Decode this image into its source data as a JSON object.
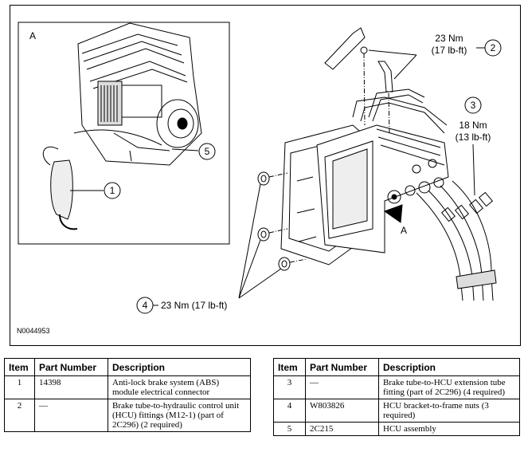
{
  "figure": {
    "inset_letter": "A",
    "view_letter": "A",
    "figure_code": "N0044953",
    "callouts": {
      "c1": "1",
      "c2": "2",
      "c3": "3",
      "c4": "4",
      "c5": "5"
    },
    "torques": {
      "t2_nm": "23 Nm",
      "t2_lbft": "(17 lb-ft)",
      "t3_nm": "18 Nm",
      "t3_lbft": "(13 lb-ft)",
      "t4": "23 Nm (17 lb-ft)"
    }
  },
  "table_headers": {
    "item": "Item",
    "part_number": "Part Number",
    "description": "Description"
  },
  "parts_left": [
    {
      "item": "1",
      "part_number": "14398",
      "description": "Anti-lock brake system (ABS) module electrical connector"
    },
    {
      "item": "2",
      "part_number": "—",
      "description": "Brake tube-to-hydraulic control unit (HCU) fittings (M12-1) (part of 2C296) (2 required)"
    }
  ],
  "parts_right": [
    {
      "item": "3",
      "part_number": "—",
      "description": "Brake tube-to-HCU extension tube fitting (part of 2C296) (4 required)"
    },
    {
      "item": "4",
      "part_number": "W803826",
      "description": "HCU bracket-to-frame nuts (3 required)"
    },
    {
      "item": "5",
      "part_number": "2C215",
      "description": "HCU assembly"
    }
  ]
}
